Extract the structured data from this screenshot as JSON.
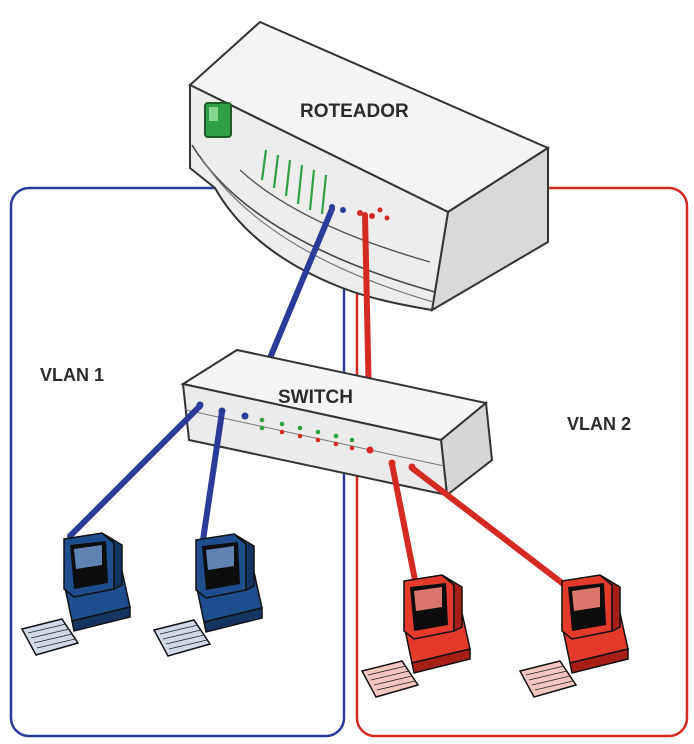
{
  "labels": {
    "router": "ROTEADOR",
    "switch": "SWITCH",
    "vlan1": "VLAN 1",
    "vlan2": "VLAN 2"
  },
  "colors": {
    "vlan1": "#2a3c98",
    "vlan2": "#d42a22",
    "device_body": "#f2f2f2",
    "device_edge": "#333333",
    "router_led": "#2fa043"
  },
  "devices": [
    {
      "id": "roteador",
      "type": "router",
      "icon": "router-icon"
    },
    {
      "id": "switch",
      "type": "switch",
      "icon": "switch-icon"
    },
    {
      "id": "pc-blue-1",
      "type": "computer",
      "vlan": "VLAN 1",
      "icon": "computer-icon"
    },
    {
      "id": "pc-blue-2",
      "type": "computer",
      "vlan": "VLAN 1",
      "icon": "computer-icon"
    },
    {
      "id": "pc-red-1",
      "type": "computer",
      "vlan": "VLAN 2",
      "icon": "computer-icon"
    },
    {
      "id": "pc-red-2",
      "type": "computer",
      "vlan": "VLAN 2",
      "icon": "computer-icon"
    }
  ],
  "connections": [
    {
      "from": "roteador",
      "to": "switch",
      "vlan": "VLAN 1"
    },
    {
      "from": "roteador",
      "to": "switch",
      "vlan": "VLAN 2"
    },
    {
      "from": "switch",
      "to": "pc-blue-1",
      "vlan": "VLAN 1"
    },
    {
      "from": "switch",
      "to": "pc-blue-2",
      "vlan": "VLAN 1"
    },
    {
      "from": "switch",
      "to": "pc-red-1",
      "vlan": "VLAN 2"
    },
    {
      "from": "switch",
      "to": "pc-red-2",
      "vlan": "VLAN 2"
    }
  ]
}
